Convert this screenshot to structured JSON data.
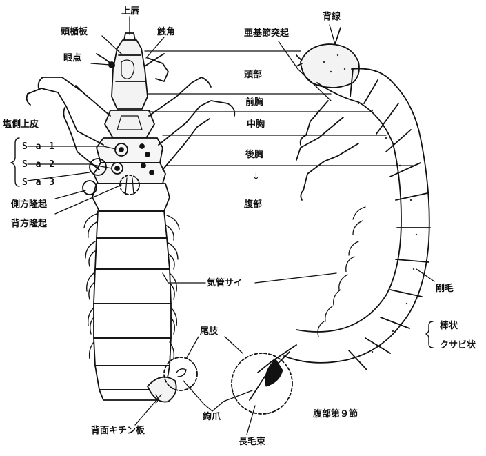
{
  "labels": {
    "upper_lip": "上唇",
    "head_sclerite": "頭楯板",
    "antenna": "触角",
    "eye_spot": "眼点",
    "dorsal_line": "背線",
    "subcoxal_process": "亜基節突起",
    "head": "頭部",
    "prothorax": "前胸",
    "mesothorax": "中胸",
    "metathorax": "後胸",
    "abdomen": "腹部",
    "pleural_sclerite": "塩側上皮",
    "sa1": "S a 1",
    "sa2": "S a 2",
    "sa3": "S a 3",
    "lateral_hump": "側方隆起",
    "dorsal_hump": "背方隆起",
    "tracheal_gill": "気管サイ",
    "seta": "剛毛",
    "rod_shape": "棒状",
    "rust_shape": "クサビ状",
    "anal_proleg": "尾肢",
    "hook_claw": "鉤爪",
    "dorsal_chitin_plate": "背面キチン板",
    "long_hair_tuft": "長毛束",
    "abdominal_segment_9": "腹部第９節",
    "arrow_down": "↓"
  }
}
